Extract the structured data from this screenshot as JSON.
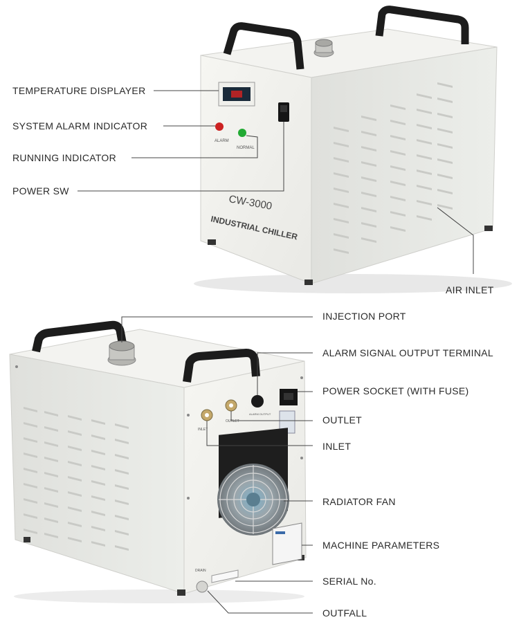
{
  "top_unit": {
    "panel_text": {
      "model": "CW-3000",
      "name": "INDUSTRIAL CHILLER",
      "alarm": "ALARM",
      "normal": "NORMAL"
    },
    "callouts": {
      "temperature_displayer": "TEMPERATURE DISPLAYER",
      "system_alarm_indicator": "SYSTEM ALARM INDICATOR",
      "running_indicator": "RUNNING INDICATOR",
      "power_sw": "POWER SW",
      "air_inlet": "AIR INLET"
    }
  },
  "bottom_unit": {
    "panel_text": {
      "inlet": "INLET",
      "outlet": "OUTLET",
      "alarm_output": "ALARM OUTPUT",
      "drain": "DRAIN"
    },
    "callouts": {
      "injection_port": "INJECTION PORT",
      "alarm_signal_output_terminal": "ALARM SIGNAL OUTPUT TERMINAL",
      "power_socket": "POWER SOCKET (WITH FUSE)",
      "outlet": "OUTLET",
      "inlet": "INLET",
      "radiator_fan": "RADIATOR FAN",
      "machine_parameters": "MACHINE PARAMETERS",
      "serial_no": "SERIAL No.",
      "outfall": "OUTFALL"
    }
  },
  "colors": {
    "body_front": "#f2f2ee",
    "body_side": "#e4e5e1",
    "louver": "#c9cac6",
    "handle": "#1c1c1c",
    "callout_line": "#444444",
    "alarm_led": "#cc2222",
    "normal_led": "#22aa33",
    "display": "#1a2a3a"
  }
}
